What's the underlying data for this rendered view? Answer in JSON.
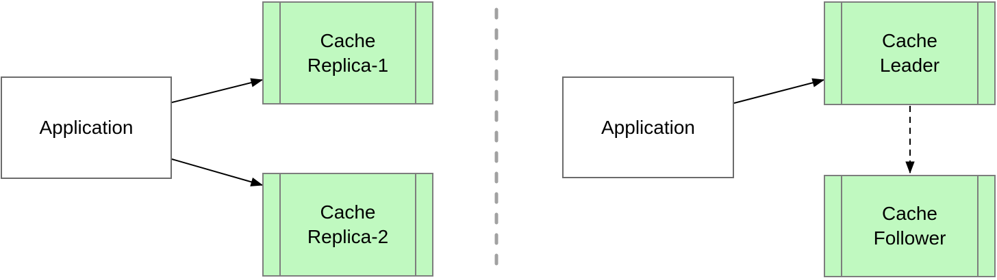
{
  "colors": {
    "cache_fill": "#c0f9c0",
    "cache_border": "#7d7d7d",
    "app_fill": "#ffffff",
    "app_border": "#6b6b6b",
    "arrow": "#000000",
    "divider": "#a1a1a1"
  },
  "left_panel": {
    "application": "Application",
    "replica1": "Cache\nReplica-1",
    "replica2": "Cache\nReplica-2"
  },
  "right_panel": {
    "application": "Application",
    "leader": "Cache\nLeader",
    "follower": "Cache\nFollower"
  },
  "edges": [
    {
      "from": "application-left",
      "to": "cache-replica-1",
      "style": "solid-arrow"
    },
    {
      "from": "application-left",
      "to": "cache-replica-2",
      "style": "solid-arrow"
    },
    {
      "from": "application-right",
      "to": "cache-leader",
      "style": "solid-arrow"
    },
    {
      "from": "cache-leader",
      "to": "cache-follower",
      "style": "dashed-arrow"
    }
  ]
}
